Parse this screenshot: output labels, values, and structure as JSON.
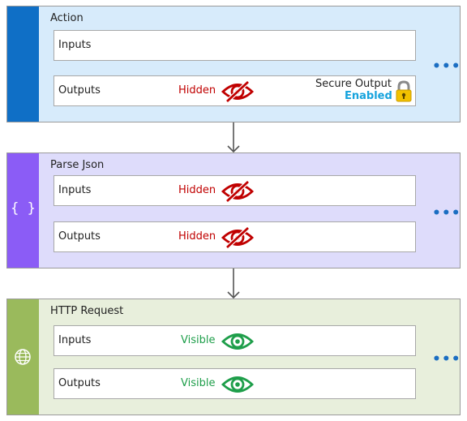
{
  "colors": {
    "action_strip": "#0f6fc6",
    "action_bg": "#d7ebfb",
    "parse_strip": "#8b5cf6",
    "parse_bg": "#dedcfb",
    "http_strip": "#9aba5c",
    "http_bg": "#e8efdc",
    "hidden": "#c00000",
    "visible": "#1e9e4a",
    "enabled": "#16a3dd",
    "dots": "#1b6ec2"
  },
  "action": {
    "title": "Action",
    "menu": "•••",
    "inputs_label": "Inputs",
    "outputs_label": "Outputs",
    "outputs_status": "Hidden",
    "outputs_icon": "eye-slash-icon",
    "secure_label": "Secure Output",
    "secure_state": "Enabled",
    "secure_icon": "padlock-icon"
  },
  "parse_json": {
    "title": "Parse Json",
    "icon_glyph": "{ }",
    "menu": "•••",
    "inputs_label": "Inputs",
    "inputs_status": "Hidden",
    "outputs_label": "Outputs",
    "outputs_status": "Hidden",
    "status_icon": "eye-slash-icon"
  },
  "http_request": {
    "title": "HTTP Request",
    "icon": "globe-icon",
    "menu": "•••",
    "inputs_label": "Inputs",
    "inputs_status": "Visible",
    "outputs_label": "Outputs",
    "outputs_status": "Visible",
    "status_icon": "eye-icon"
  }
}
